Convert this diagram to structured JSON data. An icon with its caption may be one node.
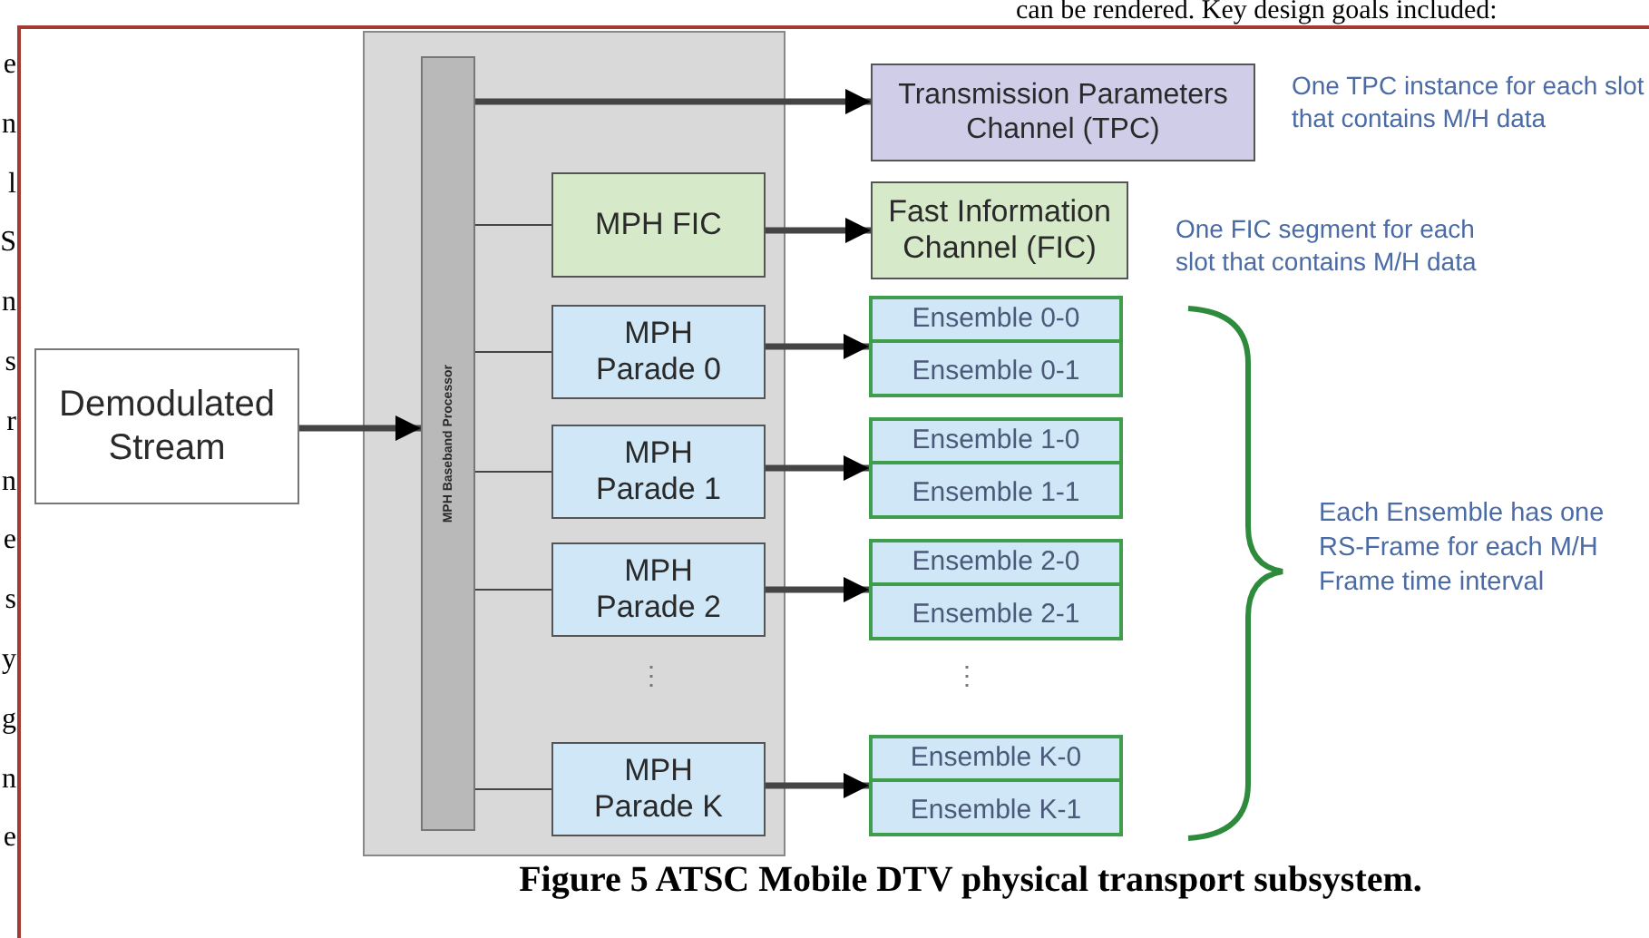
{
  "diagram": {
    "caption": "Figure 5 ATSC Mobile DTV physical transport subsystem.",
    "nodes": [
      {
        "text": [
          "Demodulated Stream"
        ]
      },
      {
        "text": [],
        "shape": "box"
      },
      {
        "text": [
          "MPH Baseband Processor"
        ],
        "in": 1
      },
      {
        "text": [
          "MPH FIC"
        ],
        "in": 1
      },
      {
        "text": [
          "MPH Parade 0"
        ],
        "in": 1
      },
      {
        "text": [
          "MPH Parade 1"
        ],
        "in": 1
      },
      {
        "text": [
          "MPH Parade 2"
        ],
        "in": 1
      },
      {
        "text": [
          "MPH Parade K"
        ],
        "in": 1
      },
      {
        "text": [
          "Transmission Parameters Channel (TPC)"
        ],
        "beside": [
          "One TPC instance for each slot that contains M/H data"
        ]
      },
      {
        "text": [
          "Fast Information Channel (FIC)"
        ],
        "beside": [
          "One FIC segment for each slot that contains M/H data"
        ]
      },
      {
        "text": [],
        "shape": "box"
      },
      {
        "text": [
          "Ensemble 0-0"
        ],
        "in": 10
      },
      {
        "text": [
          "Ensemble 0-1"
        ],
        "in": 10
      },
      {
        "text": [],
        "shape": "box"
      },
      {
        "text": [
          "Ensemble 1-0"
        ],
        "in": 13
      },
      {
        "text": [
          "Ensemble 1-1"
        ],
        "in": 13
      },
      {
        "text": [],
        "shape": "box"
      },
      {
        "text": [
          "Ensemble 2-0"
        ],
        "in": 16
      },
      {
        "text": [
          "Ensemble 2-1"
        ],
        "in": 16
      },
      {
        "text": [],
        "shape": "box"
      },
      {
        "text": [
          "Ensemble K-0"
        ],
        "in": 19
      },
      {
        "text": [
          "Ensemble K-1"
        ],
        "in": 19
      }
    ],
    "edges": [
      {
        "from": 0,
        "to": 2,
        "arrow": "to"
      },
      {
        "from": 2,
        "to": 8,
        "arrow": "to"
      },
      {
        "from": 2,
        "to": 3,
        "arrow": "none"
      },
      {
        "from": 2,
        "to": 4,
        "arrow": "none"
      },
      {
        "from": 2,
        "to": 5,
        "arrow": "none"
      },
      {
        "from": 2,
        "to": 6,
        "arrow": "none"
      },
      {
        "from": 2,
        "to": 7,
        "arrow": "none"
      },
      {
        "from": 3,
        "to": 9,
        "arrow": "to"
      },
      {
        "from": 4,
        "to": 10,
        "arrow": "to"
      },
      {
        "from": 5,
        "to": 13,
        "arrow": "to"
      },
      {
        "from": 6,
        "to": 16,
        "arrow": "to"
      },
      {
        "from": 7,
        "to": 19,
        "arrow": "to"
      }
    ],
    "labels": [
      "can be rendered. Key design goals included:",
      "e",
      "n",
      "l",
      "S",
      "n",
      "s",
      "r",
      "n",
      "e",
      "s",
      "y",
      "g",
      "n",
      "e",
      "⋮",
      "⋮",
      "Each Ensemble has one RS-Frame for each M/H Frame time interval"
    ]
  }
}
